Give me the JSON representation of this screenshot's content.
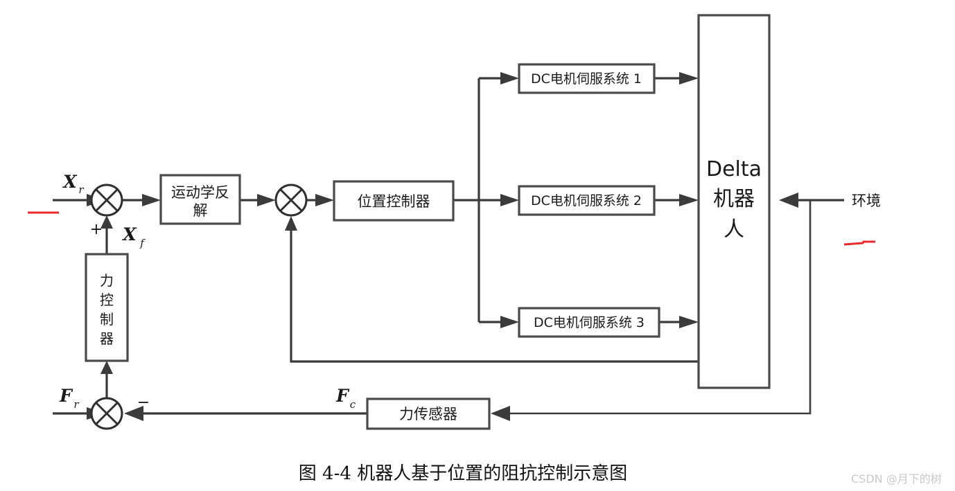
{
  "figure": {
    "caption": "图 4-4  机器人基于位置的阻抗控制示意图",
    "watermark": "CSDN @月下的树"
  },
  "signals": {
    "reference_position": {
      "symbol": "X",
      "subscript": "r"
    },
    "position_adjust": {
      "symbol": "X",
      "subscript": "f"
    },
    "reference_force": {
      "symbol": "F",
      "subscript": "r"
    },
    "contact_force": {
      "symbol": "F",
      "subscript": "c"
    },
    "plus_sign": "+",
    "minus_sign": "−",
    "environment_label": "环境"
  },
  "blocks": {
    "inverse_kinematics": {
      "line1": "运动学反",
      "line2": "解"
    },
    "position_controller": {
      "label": "位置控制器"
    },
    "force_controller": {
      "chars": [
        "力",
        "控",
        "制",
        "器"
      ]
    },
    "force_sensor": {
      "label": "力传感器"
    },
    "servo_1": {
      "label": "DC电机伺服系统 1"
    },
    "servo_2": {
      "label": "DC电机伺服系统 2"
    },
    "servo_3": {
      "label": "DC电机伺服系统 3"
    },
    "delta_robot": {
      "line1": "Delta",
      "line2": "机器",
      "line3": "人"
    }
  },
  "colors": {
    "wire": "#3b3b3b",
    "block_stroke": "#4a4a4a",
    "text": "#1a1a1a",
    "red_annotation": "#e8282b",
    "watermark": "#c9c9c9",
    "background": "#ffffff"
  }
}
